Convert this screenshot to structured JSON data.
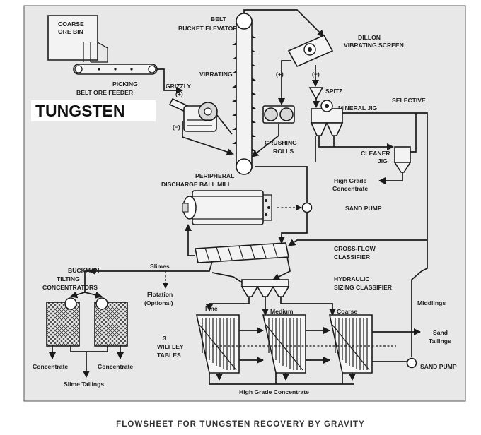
{
  "banner": {
    "title": "TUNGSTEN"
  },
  "caption": "FLOWSHEET FOR TUNGSTEN RECOVERY BY GRAVITY",
  "labels": {
    "ore_bin_1": "COARSE",
    "ore_bin_2": "ORE BIN",
    "belt_1": "BELT",
    "belt_2": "BUCKET ELEVATOR",
    "dillon_1": "DILLON",
    "dillon_2": "VIBRATING SCREEN",
    "picking": "PICKING",
    "grizzly": "GRIZZLY",
    "vibrating": "VIBRATING",
    "feeder": "BELT ORE FEEDER",
    "plus_grizzly": "(+)",
    "minus_grizzly": "(−)",
    "plus_screen": "(+)",
    "minus_screen": "(−)",
    "spitz": "SPITZ",
    "selective_1": "SELECTIVE",
    "selective_2": "MINERAL JIG",
    "crushing_1": "CRUSHING",
    "crushing_2": "ROLLS",
    "cleaner_1": "CLEANER",
    "cleaner_2": "JIG",
    "high_grade_1": "High Grade",
    "high_grade_2": "Concentrate",
    "ball_mill_1": "PERIPHERAL",
    "ball_mill_2": "DISCHARGE BALL MILL",
    "sand_pump_top": "SAND PUMP",
    "crossflow_1": "CROSS-FLOW",
    "crossflow_2": "CLASSIFIER",
    "buckman_1": "BUCKMAN",
    "buckman_2": "TILTING",
    "buckman_3": "CONCENTRATORS",
    "slimes": "Slimes",
    "hydraulic_1": "HYDRAULIC",
    "hydraulic_2": "SIZING CLASSIFIER",
    "flotation_1": "Flotation",
    "flotation_2": "(Optional)",
    "middlings": "Middlings",
    "fine": "Fine",
    "medium": "Medium",
    "coarse": "Coarse",
    "wilfley_1": "3",
    "wilfley_2": "WILFLEY",
    "wilfley_3": "TABLES",
    "sand_tailings_1": "Sand",
    "sand_tailings_2": "Tailings",
    "sand_pump_bottom": "SAND PUMP",
    "concentrate_left": "Concentrate",
    "concentrate_right": "Concentrate",
    "slime_tailings": "Slime Tailings",
    "hg_concentrate_bottom": "High Grade Concentrate"
  }
}
